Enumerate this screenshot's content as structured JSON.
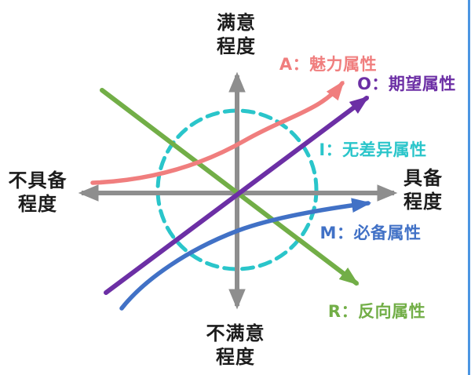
{
  "colors": {
    "axis": "#8E8E8E",
    "text": "#1C1C1C",
    "attractive": "#F07E7E",
    "expected": "#6C2FA5",
    "indifferent": "#2AC5CA",
    "mustbe": "#4171C6",
    "reverse": "#72AE47",
    "frame": "#4B95E2",
    "background": "#FFFFFF"
  },
  "axis_labels": {
    "top": [
      "满意",
      "程度"
    ],
    "bottom": [
      "不满意",
      "程度"
    ],
    "left": [
      "不具备",
      "程度"
    ],
    "right": [
      "具备",
      "程度"
    ]
  },
  "series": [
    {
      "letter": "A",
      "name": "魅力属性",
      "label": "A：魅力属性",
      "type": "exponential-rising-curve",
      "color": "#F07E7E"
    },
    {
      "letter": "O",
      "name": "期望属性",
      "label": "O：期望属性",
      "type": "linear-rising-line",
      "color": "#6C2FA5"
    },
    {
      "letter": "I",
      "name": "无差异属性",
      "label": "I：无差异属性",
      "type": "dashed-circle",
      "color": "#2AC5CA"
    },
    {
      "letter": "M",
      "name": "必备属性",
      "label": "M：必备属性",
      "type": "logarithmic-rising-curve",
      "color": "#4171C6"
    },
    {
      "letter": "R",
      "name": "反向属性",
      "label": "R：反向属性",
      "type": "linear-falling-line",
      "color": "#72AE47"
    }
  ]
}
